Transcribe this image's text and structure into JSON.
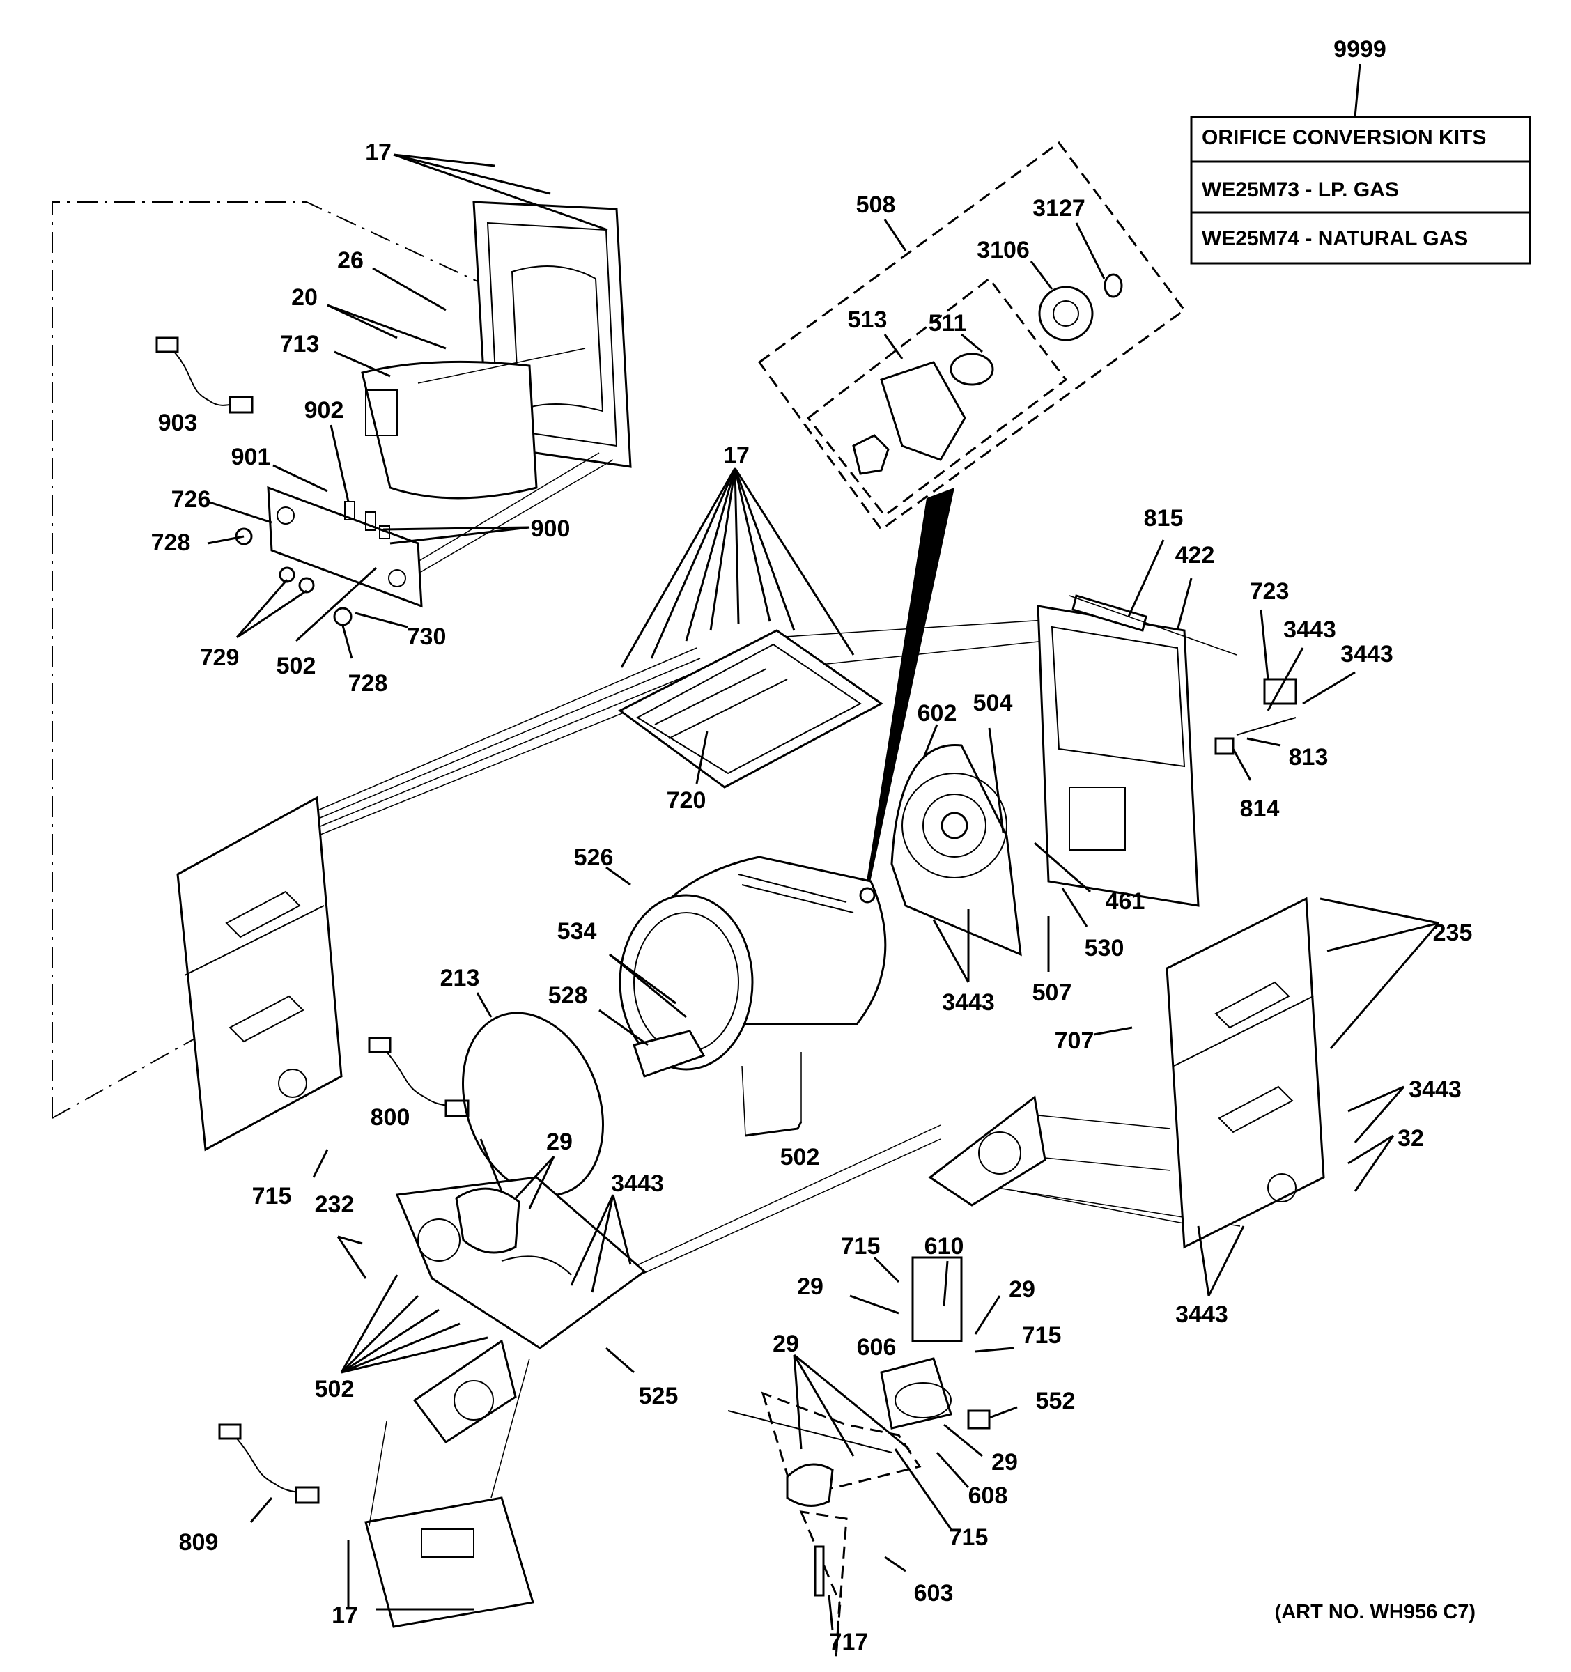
{
  "kit_box": {
    "number": "9999",
    "rows": [
      "ORIFICE CONVERSION KITS",
      "WE25M73 - LP. GAS",
      "WE25M74 - NATURAL GAS"
    ]
  },
  "art_number": "(ART NO. WH956 C7)",
  "callouts": [
    "17",
    "26",
    "20",
    "713",
    "903",
    "902",
    "901",
    "726",
    "728",
    "900",
    "729",
    "502",
    "730",
    "728",
    "508",
    "3127",
    "3106",
    "513",
    "511",
    "17",
    "720",
    "815",
    "422",
    "723",
    "3443",
    "3443",
    "813",
    "814",
    "602",
    "504",
    "461",
    "530",
    "507",
    "3443",
    "526",
    "534",
    "528",
    "213",
    "502",
    "235",
    "707",
    "3443",
    "32",
    "800",
    "715",
    "232",
    "29",
    "3443",
    "502",
    "3443",
    "715",
    "610",
    "29",
    "29",
    "715",
    "606",
    "552",
    "525",
    "29",
    "29",
    "608",
    "715",
    "603",
    "717",
    "809",
    "17"
  ]
}
